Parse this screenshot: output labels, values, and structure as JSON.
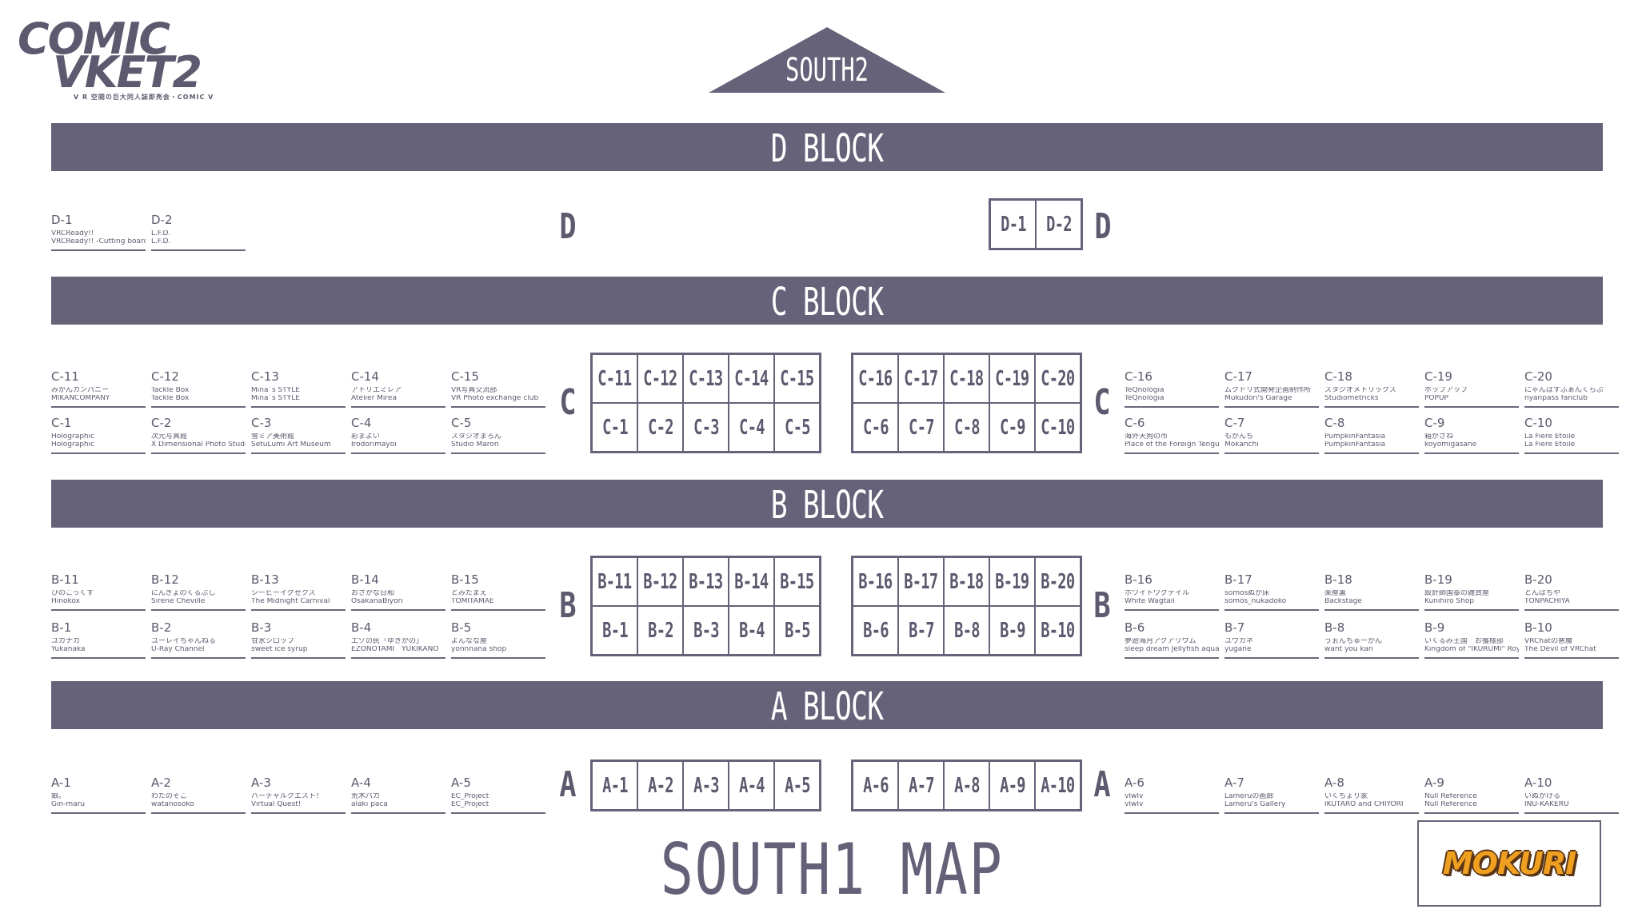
{
  "logo": {
    "line1": "COMIC",
    "line2": "VKET2",
    "tagline": "V R 空間の巨大同人誌即売会・CΟMIC V"
  },
  "south2_label": "SOUTH2",
  "map_title": "SOUTH1 MAP",
  "sponsor_logo": "MOKURI",
  "colors": {
    "accent": "#666279",
    "text": "#5d596e",
    "sponsor": "#f0a020"
  },
  "blocks": {
    "D": {
      "title": "D BLOCK",
      "letter": "D",
      "left_rows": [
        [
          {
            "code": "D-1",
            "name1": "VRCReady!!",
            "name2": "VRCReady!! -Cutting board"
          },
          {
            "code": "D-2",
            "name1": "L.F.D.",
            "name2": "L.F.D."
          }
        ]
      ],
      "right_rows": [],
      "grid_right": [
        [
          "D-1",
          "D-2"
        ]
      ]
    },
    "C": {
      "title": "C BLOCK",
      "letter": "C",
      "left_rows": [
        [
          {
            "code": "C-11",
            "name1": "みかんカンパニー",
            "name2": "MIKANCOMPANY"
          },
          {
            "code": "C-12",
            "name1": "Tackle Box",
            "name2": "Tackle Box"
          },
          {
            "code": "C-13",
            "name1": "Mina`s STYLE",
            "name2": "Mina`s STYLE"
          },
          {
            "code": "C-14",
            "name1": "アトリエミレア",
            "name2": "Atelier Mirea"
          },
          {
            "code": "C-15",
            "name1": "VR写真交流部",
            "name2": "VR Photo exchange club"
          }
        ],
        [
          {
            "code": "C-1",
            "name1": "Holographic",
            "name2": "Holographic"
          },
          {
            "code": "C-2",
            "name1": "次元写真館",
            "name2": "X Dimensional Photo Studio"
          },
          {
            "code": "C-3",
            "name1": "雪ミア美術館",
            "name2": "SetuLumi Art Museum"
          },
          {
            "code": "C-4",
            "name1": "彩まよい",
            "name2": "Irodorimayoi"
          },
          {
            "code": "C-5",
            "name1": "スタジオまろん",
            "name2": "Studio Maron"
          }
        ]
      ],
      "right_rows": [
        [
          {
            "code": "C-16",
            "name1": "TeQnologia",
            "name2": "TeQnologia"
          },
          {
            "code": "C-17",
            "name1": "ムクドリ式開発企画制作所",
            "name2": "Mukudori's Garage"
          },
          {
            "code": "C-18",
            "name1": "スタジオメトリックス",
            "name2": "Studiometricks"
          },
          {
            "code": "C-19",
            "name1": "ポップアップ",
            "name2": "POPUP"
          },
          {
            "code": "C-20",
            "name1": "にゃんぱすふぁんくらぶ",
            "name2": "nyanpass fanclub"
          }
        ],
        [
          {
            "code": "C-6",
            "name1": "海外天狗の市",
            "name2": "Place of the Foreign Tengu"
          },
          {
            "code": "C-7",
            "name1": "もかんち",
            "name2": "Mokanchi"
          },
          {
            "code": "C-8",
            "name1": "PumpkinFantasia",
            "name2": "PumpkinFantasia"
          },
          {
            "code": "C-9",
            "name1": "箱がさね",
            "name2": "koyomigasane"
          },
          {
            "code": "C-10",
            "name1": "La Fiere Etoile",
            "name2": "La Fiere Etoile"
          }
        ]
      ],
      "grid_left": [
        [
          "C-11",
          "C-12",
          "C-13",
          "C-14",
          "C-15"
        ],
        [
          "C-1",
          "C-2",
          "C-3",
          "C-4",
          "C-5"
        ]
      ],
      "grid_right": [
        [
          "C-16",
          "C-17",
          "C-18",
          "C-19",
          "C-20"
        ],
        [
          "C-6",
          "C-7",
          "C-8",
          "C-9",
          "C-10"
        ]
      ]
    },
    "B": {
      "title": "B BLOCK",
      "letter": "B",
      "left_rows": [
        [
          {
            "code": "B-11",
            "name1": "ひのこっくす",
            "name2": "Hinokox"
          },
          {
            "code": "B-12",
            "name1": "にんぎょのくるぶし",
            "name2": "Sirène Cheville"
          },
          {
            "code": "B-13",
            "name1": "シービーイグゼクス",
            "name2": "The Midnight Carnival"
          },
          {
            "code": "B-14",
            "name1": "おさかな日和",
            "name2": "OsakanaBiyori"
          },
          {
            "code": "B-15",
            "name1": "とみたまえ",
            "name2": "TOMITAMAE"
          }
        ],
        [
          {
            "code": "B-1",
            "name1": "ユカナカ",
            "name2": "Yukanaka"
          },
          {
            "code": "B-2",
            "name1": "ユーレイちゃんねる",
            "name2": "U-Ray Channel"
          },
          {
            "code": "B-3",
            "name1": "甘氷シロップ",
            "name2": "sweet ice syrup"
          },
          {
            "code": "B-4",
            "name1": "エゾの民「ゆきかの」",
            "name2": "EZONOTAMI　YUKIKANO"
          },
          {
            "code": "B-5",
            "name1": "よんなな屋",
            "name2": "yonnnana shop"
          }
        ]
      ],
      "right_rows": [
        [
          {
            "code": "B-16",
            "name1": "ホワイトワグテイル",
            "name2": "White Wagtail"
          },
          {
            "code": "B-17",
            "name1": "somosぬか床",
            "name2": "somos_nukadoko"
          },
          {
            "code": "B-18",
            "name1": "楽屋裏",
            "name2": "Backstage"
          },
          {
            "code": "B-19",
            "name1": "設計師国泰の雑貨屋",
            "name2": "Kunihiro Shop"
          },
          {
            "code": "B-20",
            "name1": "とんぱちや",
            "name2": "TONPACHIYA"
          }
        ],
        [
          {
            "code": "B-6",
            "name1": "夢遊海月アクアリウム",
            "name2": "sleep dream Jellyfish aquarium"
          },
          {
            "code": "B-7",
            "name1": "ユウガネ",
            "name2": "yugane"
          },
          {
            "code": "B-8",
            "name1": "うぉんちゅーかん",
            "name2": "want you kan"
          },
          {
            "code": "B-9",
            "name1": "いくるみ王国　お獲様部",
            "name2": "Kingdom of \"IKURUMI\" Royal section"
          },
          {
            "code": "B-10",
            "name1": "VRChatの悪魔",
            "name2": "The Devil of VRChat"
          }
        ]
      ],
      "grid_left": [
        [
          "B-11",
          "B-12",
          "B-13",
          "B-14",
          "B-15"
        ],
        [
          "B-1",
          "B-2",
          "B-3",
          "B-4",
          "B-5"
        ]
      ],
      "grid_right": [
        [
          "B-16",
          "B-17",
          "B-18",
          "B-19",
          "B-20"
        ],
        [
          "B-6",
          "B-7",
          "B-8",
          "B-9",
          "B-10"
        ]
      ]
    },
    "A": {
      "title": "A BLOCK",
      "letter": "A",
      "left_rows": [
        [
          {
            "code": "A-1",
            "name1": "銀。",
            "name2": "Gin-maru"
          },
          {
            "code": "A-2",
            "name1": "わたのそこ",
            "name2": "watanosoko"
          },
          {
            "code": "A-3",
            "name1": "バーチャルクエスト！",
            "name2": "Virtual Quest!"
          },
          {
            "code": "A-4",
            "name1": "荒木パカ",
            "name2": "alaki paca"
          },
          {
            "code": "A-5",
            "name1": "EC_Project",
            "name2": "EC_Project"
          }
        ]
      ],
      "right_rows": [
        [
          {
            "code": "A-6",
            "name1": "vIwIv",
            "name2": "vIwIv"
          },
          {
            "code": "A-7",
            "name1": "Lameruの画廊",
            "name2": "Lameru's Gallery"
          },
          {
            "code": "A-8",
            "name1": "いくちょり家",
            "name2": "IKUTARO and CHIYORI"
          },
          {
            "code": "A-9",
            "name1": "Null Reference",
            "name2": "Null Reference"
          },
          {
            "code": "A-10",
            "name1": "いぬかける",
            "name2": "INU-KAKERU"
          }
        ]
      ],
      "grid_left": [
        [
          "A-1",
          "A-2",
          "A-3",
          "A-4",
          "A-5"
        ]
      ],
      "grid_right": [
        [
          "A-6",
          "A-7",
          "A-8",
          "A-9",
          "A-10"
        ]
      ]
    }
  }
}
